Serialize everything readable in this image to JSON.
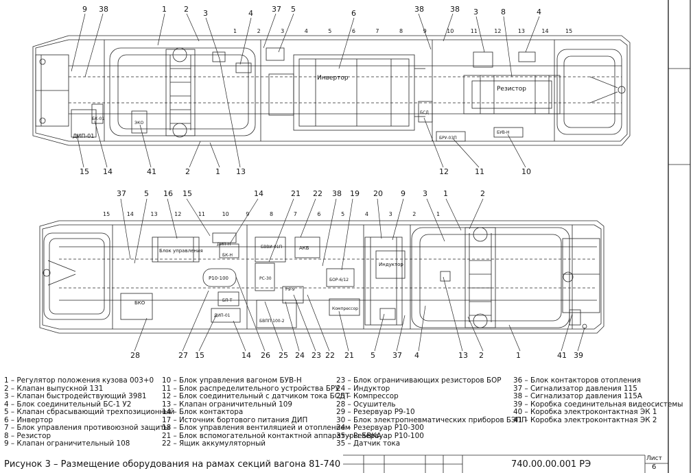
{
  "top_frame": {
    "callouts_top": [
      {
        "label": "9"
      },
      {
        "label": "38"
      },
      {
        "label": "1"
      },
      {
        "label": "2"
      },
      {
        "label": "3"
      },
      {
        "label": "4"
      },
      {
        "label": "37"
      },
      {
        "label": "5"
      },
      {
        "label": "6"
      },
      {
        "label": "38"
      },
      {
        "label": "38"
      },
      {
        "label": "3"
      },
      {
        "label": "8"
      },
      {
        "label": "4"
      }
    ],
    "callouts_bottom": [
      {
        "label": "15"
      },
      {
        "label": "14"
      },
      {
        "label": "41"
      },
      {
        "label": "2"
      },
      {
        "label": "1"
      },
      {
        "label": "13"
      },
      {
        "label": "12"
      },
      {
        "label": "11"
      },
      {
        "label": "10"
      }
    ],
    "section_numbers": [
      "1",
      "2",
      "3",
      "4",
      "5",
      "6",
      "7",
      "8",
      "9",
      "10",
      "11",
      "12",
      "13",
      "14",
      "15"
    ],
    "labels": {
      "inverter": "Инвертор",
      "resistor": "Резистор",
      "dip": "ДИП-01",
      "bk": "БК-01",
      "eko": "ЭКО",
      "bsd": "БСД",
      "bru": "БРУ-03П",
      "buv": "БУВ-Н"
    }
  },
  "bottom_frame": {
    "callouts_top": [
      {
        "label": "37"
      },
      {
        "label": "5"
      },
      {
        "label": "16"
      },
      {
        "label": "15"
      },
      {
        "label": "14"
      },
      {
        "label": "21"
      },
      {
        "label": "22"
      },
      {
        "label": "38"
      },
      {
        "label": "19"
      },
      {
        "label": "20"
      },
      {
        "label": "9"
      },
      {
        "label": "3"
      },
      {
        "label": "1"
      },
      {
        "label": "2"
      }
    ],
    "callouts_bottom": [
      {
        "label": "28"
      },
      {
        "label": "27"
      },
      {
        "label": "15"
      },
      {
        "label": "14"
      },
      {
        "label": "26"
      },
      {
        "label": "25"
      },
      {
        "label": "24"
      },
      {
        "label": "23"
      },
      {
        "label": "22"
      },
      {
        "label": "21"
      },
      {
        "label": "5"
      },
      {
        "label": "37"
      },
      {
        "label": "4"
      },
      {
        "label": "13"
      },
      {
        "label": "2"
      },
      {
        "label": "1"
      },
      {
        "label": "41"
      },
      {
        "label": "39"
      }
    ],
    "section_numbers": [
      "15",
      "14",
      "13",
      "12",
      "11",
      "10",
      "9",
      "8",
      "7",
      "6",
      "5",
      "4",
      "3",
      "2",
      "1"
    ],
    "labels": {
      "control_block": "Блок управления",
      "dip_n": "ДИП-Н",
      "bk_n": "БК-Н",
      "bevi": "БВВИ-01П",
      "akb": "АКБ",
      "p10_100": "Р10-100",
      "rs_30": "РС-30",
      "bor": "БОР-6/12",
      "inductor": "Индуктор",
      "bkd": "БКО",
      "p9": "Р9-9",
      "bvpp": "БВПП 100-2",
      "compressor": "Компрессор",
      "bpt": "БП-Т",
      "dip_o": "ДИП-01"
    }
  },
  "legend": {
    "col1": [
      "1 – Регулятор положения кузова 003+0",
      "2 – Клапан выпускной 131",
      "3 – Клапан быстродействующий 3981",
      "4 – Блок соединительный БС-1 У2",
      "5 – Клапан сбрасывающий трехпозиционный",
      "6 – Инвертор",
      "7 – Блок управления противоюзной защиты",
      "8 – Резистор",
      "9 – Клапан ограничительный 108"
    ],
    "col2": [
      "10 – Блок управления вагоном БУВ-Н",
      "11 – Блок распределительного устройства БРУ",
      "12 – Блок соединительный с датчиком тока БСДТ",
      "13 – Клапан ограничительный 109",
      "14 – Блок контактора",
      "17 – Источник бортового питания ДИП",
      "18 – Блок управления вентиляцией и отоплением",
      "21 – Блок вспомогательной контактной аппаратуры БВКА",
      "22 – Ящик аккумуляторный"
    ],
    "col3": [
      "23 – Блок ограничивающих резисторов БОР",
      "24 – Индуктор",
      "25 – Компрессор",
      "28 – Осушитель",
      "29 – Резервуар Р9-10",
      "30 – Блок электропневматических приборов БЭПП",
      "34 – Резервуар Р10-300",
      "35 – Резервуар Р10-100",
      "35 – Датчик тока"
    ],
    "col4": [
      "36 – Блок контакторов отопления",
      "37 – Сигнализатор давления 115",
      "38 – Сигнализатор давления 115А",
      "39 – Коробка соединительная видеосистемы",
      "40 – Коробка электроконтактная ЭК 1",
      "41 – Коробка электроконтактная ЭК 2"
    ]
  },
  "caption": "Рисунок 3 – Размещение оборудования на рамах секций вагона 81-740",
  "document_number": "740.00.00.001 РЭ",
  "sheet": {
    "label": "Лист",
    "number": "6"
  }
}
